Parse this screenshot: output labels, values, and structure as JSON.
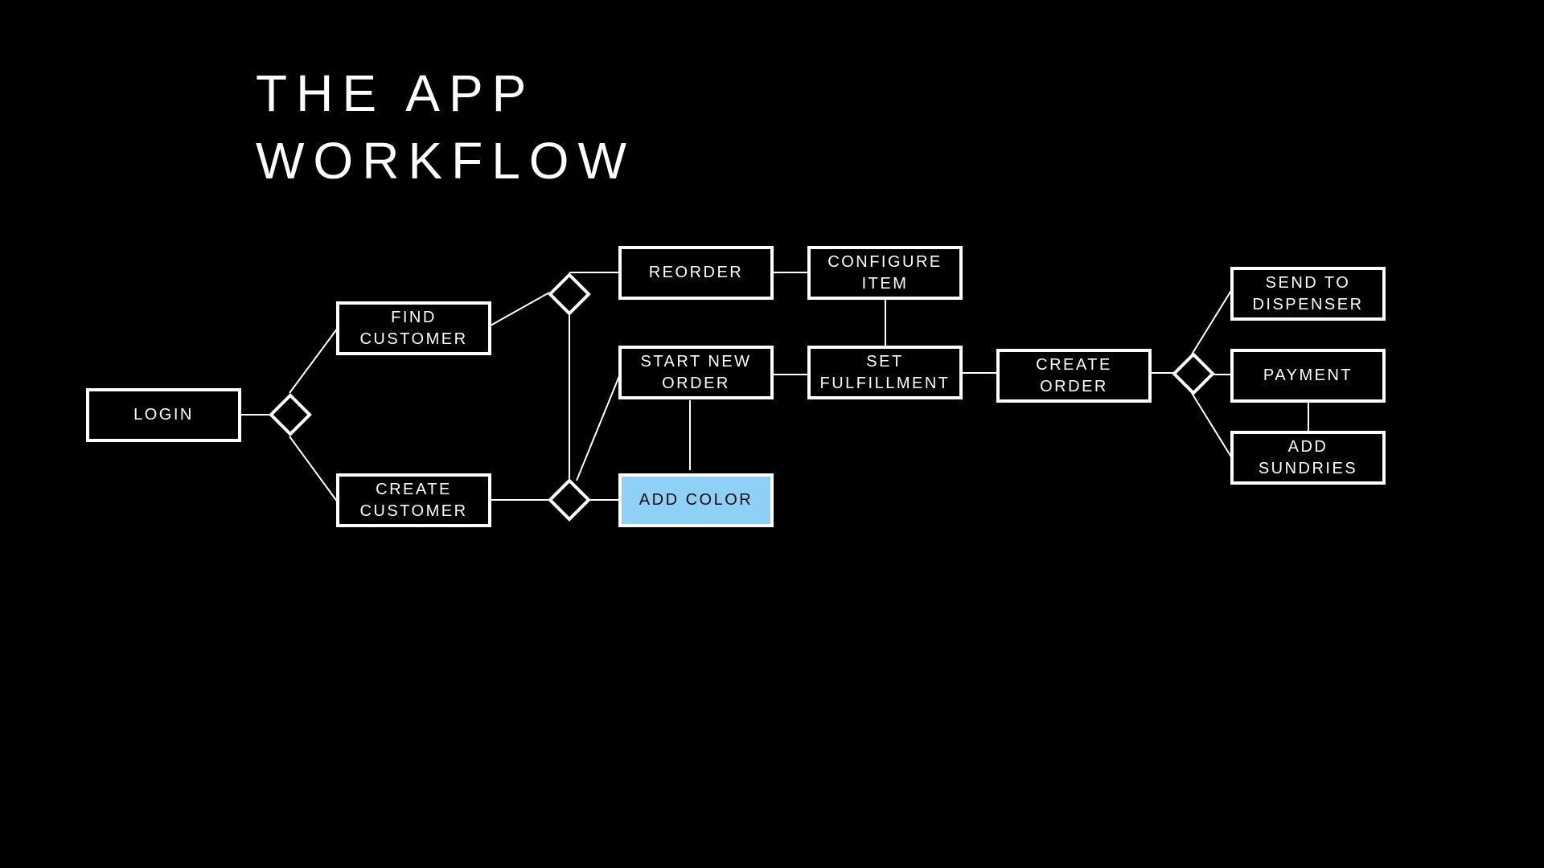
{
  "slide": {
    "title_line1": "THE APP",
    "title_line2": "WORKFLOW"
  },
  "colors": {
    "background": "#000000",
    "stroke": "#ffffff",
    "highlight": "#8fd0f7"
  },
  "nodes": {
    "login": "LOGIN",
    "find_customer": "FIND CUSTOMER",
    "create_customer": "CREATE CUSTOMER",
    "reorder": "REORDER",
    "start_new_order": "START NEW ORDER",
    "add_color": "ADD COLOR",
    "configure_item": "CONFIGURE ITEM",
    "set_fulfillment": "SET FULFILLMENT",
    "create_order": "CREATE ORDER",
    "send_to_dispenser": "SEND TO DISPENSER",
    "payment": "PAYMENT",
    "add_sundries": "ADD SUNDRIES"
  }
}
